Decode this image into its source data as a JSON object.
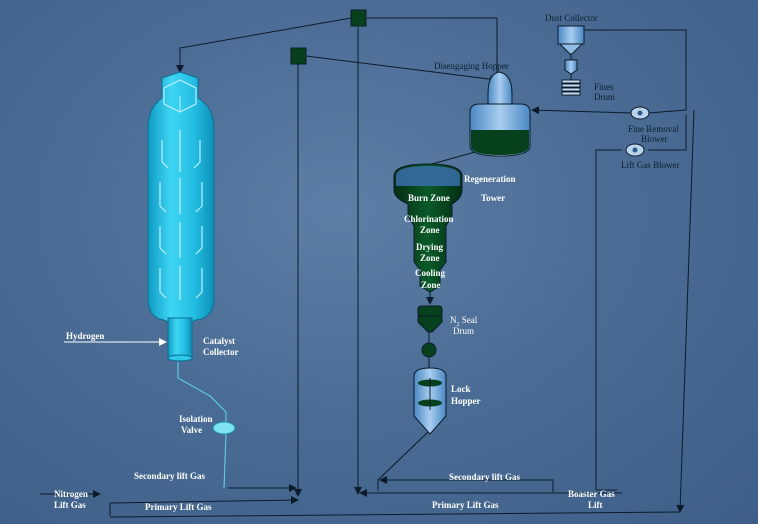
{
  "labels": {
    "dust_collector": "Dust Collector",
    "disengaging_hopper": "Disengaging Hopper",
    "fines_drum_line1": "Fines",
    "fines_drum_line2": "Drum",
    "fine_removal_blower_line1": "Fine Removal",
    "fine_removal_blower_line2": "Blower",
    "lift_gas_blower": "Lift Gas Blower",
    "regeneration_line1": "Regeneration",
    "regeneration_line2": "Tower",
    "burn_zone": "Burn Zone",
    "chlorination_zone_line1": "Chlorination",
    "chlorination_zone_line2": "Zone",
    "drying_zone_line1": "Drying",
    "drying_zone_line2": "Zone",
    "cooling_zone_line1": "Cooling",
    "cooling_zone_line2": "Zone",
    "n2_seal_prefix": "N",
    "n2_seal_sub": "2",
    "n2_seal_suffix": " Seal",
    "n2_seal_line2": "Drum",
    "lock_hopper_line1": "Lock",
    "lock_hopper_line2": "Hopper",
    "hydrogen": "Hydrogen",
    "catalyst_collector_line1": "Catalyst",
    "catalyst_collector_line2": "Collector",
    "isolation_valve_line1": "Isolation",
    "isolation_valve_line2": "Valve",
    "secondary_lift_gas_left": "Secondary lift Gas",
    "secondary_lift_gas_right": "Secondary lift Gas",
    "nitrogen_lift_gas_line1": "Nitrogen",
    "nitrogen_lift_gas_line2": "Lift Gas",
    "primary_lift_gas_left": "Primary Lift Gas",
    "primary_lift_gas_right": "Primary Lift Gas",
    "booster_gas_lift_line1": "Boaster  Gas",
    "booster_gas_lift_line2": "Lift"
  },
  "colors": {
    "background": "#4b6d95",
    "reactor": "#2ec8ea",
    "tower": "#06401c",
    "lines": "#0c1b2b",
    "blower": "#b9d4ec"
  }
}
